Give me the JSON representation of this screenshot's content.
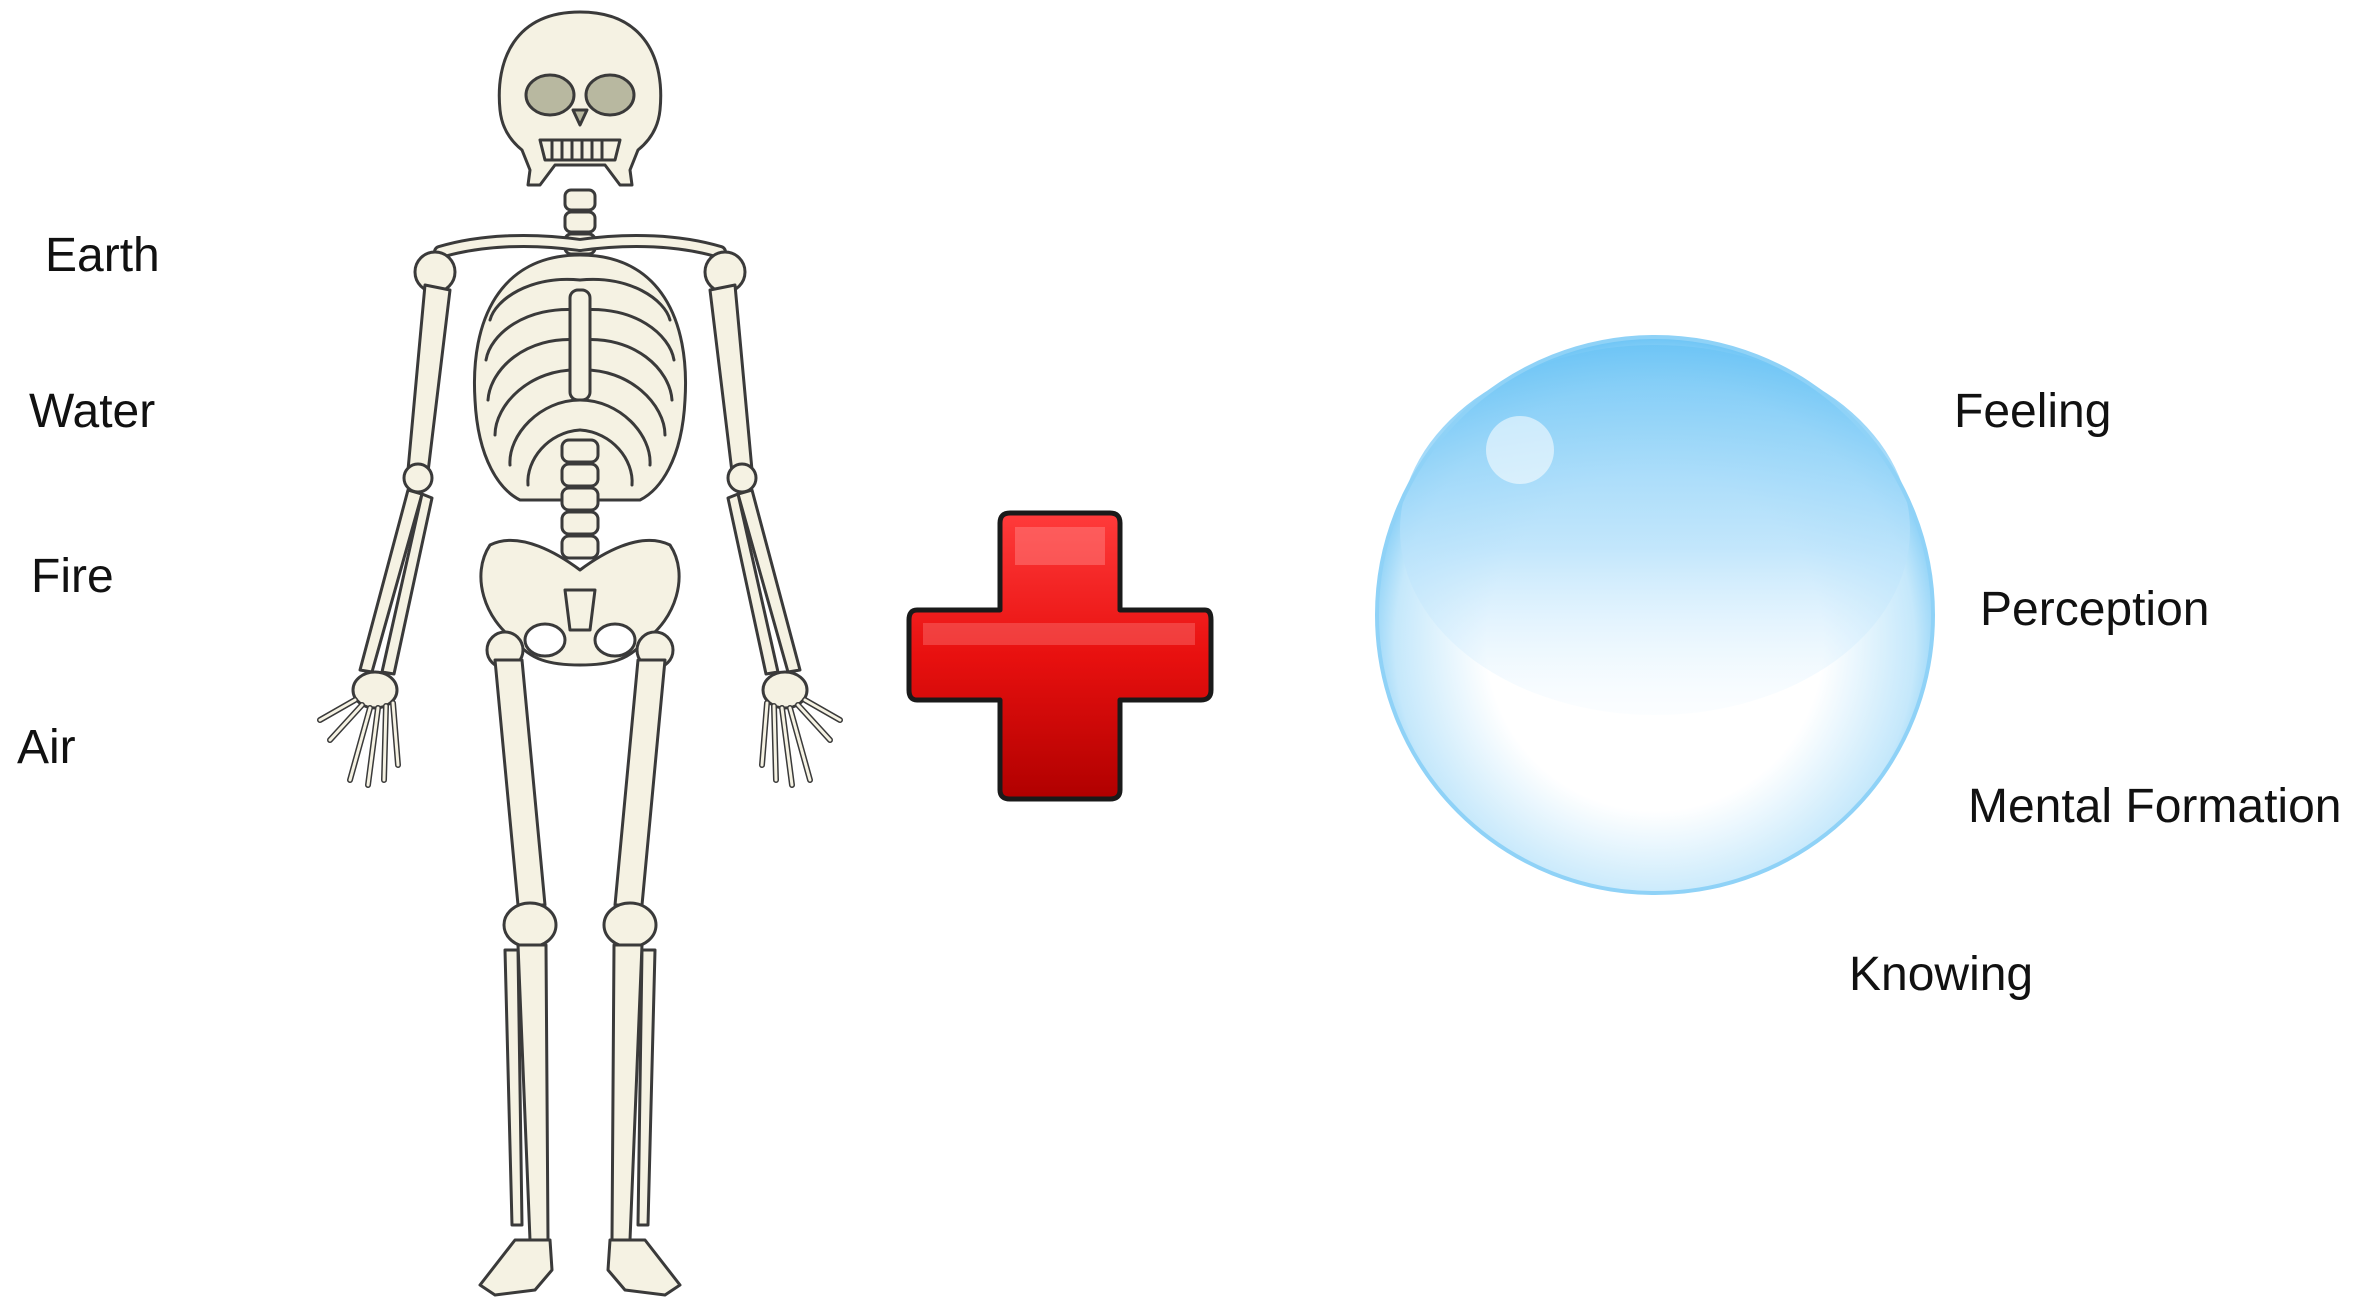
{
  "left_labels": {
    "earth": "Earth",
    "water": "Water",
    "fire": "Fire",
    "air": "Air"
  },
  "right_labels": {
    "feeling": "Feeling",
    "perception": "Perception",
    "mental_formation": "Mental Formation",
    "knowing": "Knowing"
  },
  "colors": {
    "bone": "#f5f2e3",
    "bone_outline": "#3a3a3a",
    "plus_red": "#e8100f",
    "sphere_blue": "#6cc4f5",
    "text": "#111111"
  },
  "icons": {
    "skeleton": "human-skeleton-icon",
    "plus": "red-plus-icon",
    "sphere": "glass-sphere-icon"
  }
}
